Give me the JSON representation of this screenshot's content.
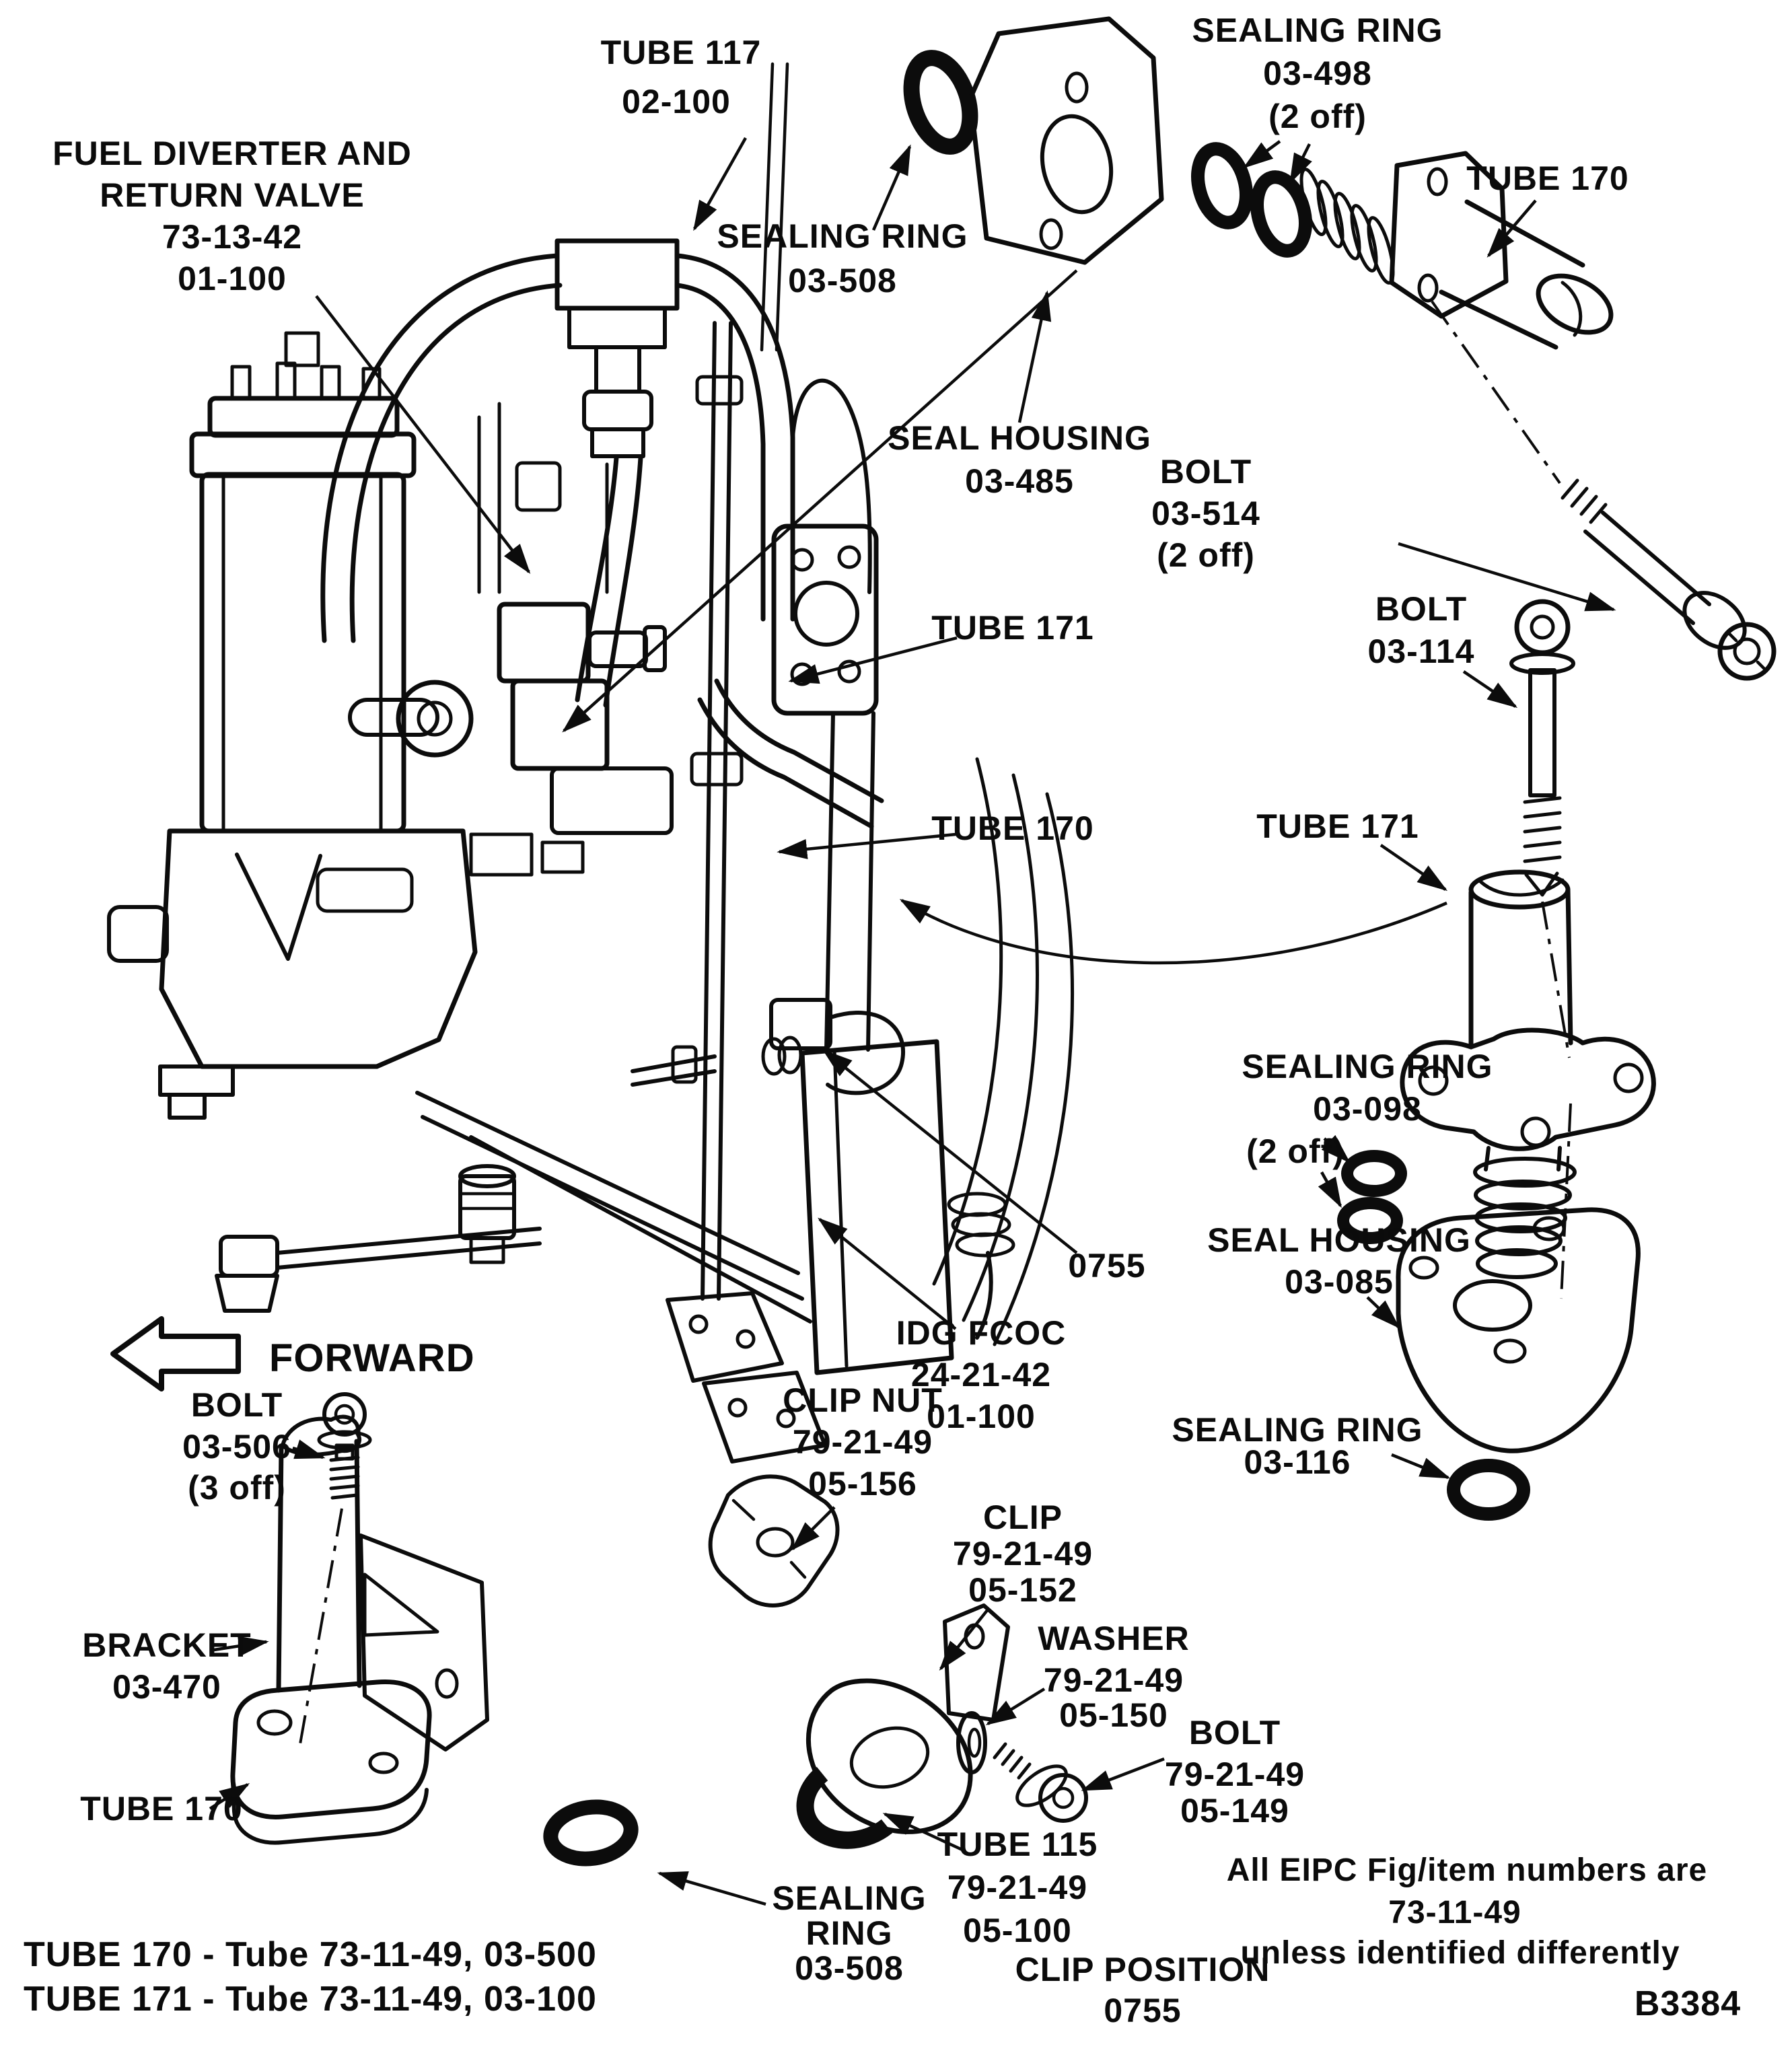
{
  "meta": {
    "ink_color": "#0c0c0c",
    "paper_color": "#ffffff",
    "figure_type": "engine parts exploded diagram"
  },
  "labels": {
    "tube117": [
      "TUBE 117",
      "02-100"
    ],
    "fuel_diverter": [
      "FUEL DIVERTER AND",
      "RETURN VALVE",
      "73-13-42",
      "01-100"
    ],
    "sealing_ring_508_top": [
      "SEALING RING",
      "03-508"
    ],
    "sealing_ring_498": [
      "SEALING RING",
      "03-498",
      "(2 off)"
    ],
    "tube170_top": [
      "TUBE 170"
    ],
    "seal_housing_485": [
      "SEAL HOUSING",
      "03-485"
    ],
    "bolt_514": [
      "BOLT",
      "03-514",
      "(2 off)"
    ],
    "tube171_mid": [
      "TUBE 171"
    ],
    "bolt_114": [
      "BOLT",
      "03-114"
    ],
    "tube170_mid": [
      "TUBE 170"
    ],
    "tube171_right": [
      "TUBE 171"
    ],
    "sealing_ring_098": [
      "SEALING RING",
      "03-098",
      "(2 off)"
    ],
    "seal_housing_085": [
      "SEAL HOUSING",
      "03-085"
    ],
    "sealing_ring_116": [
      "SEALING RING",
      "03-116"
    ],
    "idg_fcoc": [
      "IDG FCOC",
      "24-21-42",
      "01-100"
    ],
    "position_0755": [
      "0755"
    ],
    "clip_nut": [
      "CLIP NUT",
      "79-21-49",
      "05-156"
    ],
    "forward": [
      "FORWARD"
    ],
    "bolt_506": [
      "BOLT",
      "03-506",
      "(3 off)"
    ],
    "bracket_470": [
      "BRACKET",
      "03-470"
    ],
    "tube170_bottom": [
      "TUBE 170"
    ],
    "sealing_ring_508_bottom": [
      "SEALING",
      "RING",
      "03-508"
    ],
    "clip_152": [
      "CLIP",
      "79-21-49",
      "05-152"
    ],
    "washer_150": [
      "WASHER",
      "79-21-49",
      "05-150"
    ],
    "bolt_149": [
      "BOLT",
      "79-21-49",
      "05-149"
    ],
    "tube115": [
      "TUBE 115",
      "79-21-49",
      "05-100"
    ],
    "clip_position": [
      "CLIP POSITION",
      "0755"
    ]
  },
  "note": [
    "All EIPC Fig/item numbers are",
    "73-11-49",
    "unless identified differently"
  ],
  "figure_code": "B3384",
  "legend": [
    "TUBE 170 - Tube 73-11-49, 03-500",
    "TUBE 171 - Tube 73-11-49, 03-100"
  ]
}
